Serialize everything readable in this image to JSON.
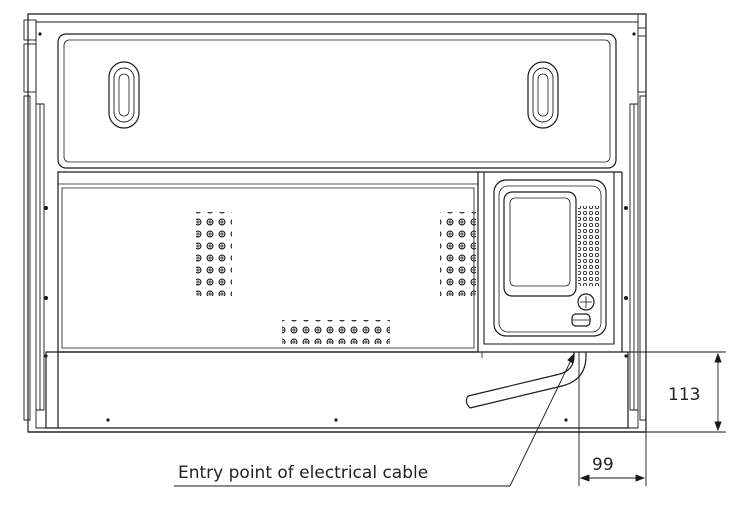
{
  "labels": {
    "height_dim": "113",
    "width_dim": "99",
    "cable_caption": "Entry point of electrical cable"
  },
  "colors": {
    "line": "#1a1a1a",
    "background": "#ffffff"
  }
}
